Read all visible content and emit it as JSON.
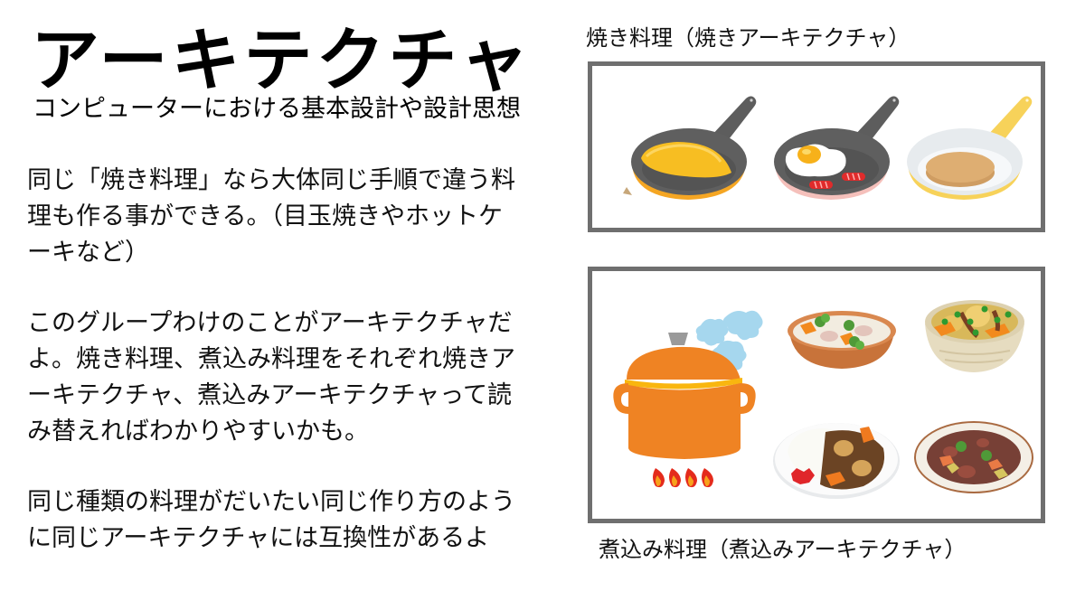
{
  "slide": {
    "title": "アーキテクチャ",
    "subtitle": "コンピューターにおける基本設計や設計思想",
    "paragraphs": [
      {
        "lines": [
          "同じ「焼き料理」なら大体同じ手順で違う料",
          "理も作る事ができる。（目玉焼きやホットケ",
          "ーキなど）"
        ]
      },
      {
        "lines": [
          "このグループわけのことがアーキテクチャだ",
          "よ。焼き料理、煮込み料理をそれぞれ焼きア",
          "ーキテクチャ、煮込みアーキテクチャって読",
          "み替えればわかりやすいかも。"
        ]
      },
      {
        "lines": [
          "同じ種類の料理がだいたい同じ作り方のよう",
          "に同じアーキテクチャには互換性があるよ"
        ]
      }
    ]
  },
  "panels": {
    "grill": {
      "caption": "焼き料理（焼きアーキテクチャ）",
      "items": [
        {
          "name": "omelette-pan",
          "pan_color": "#f5a623",
          "food": "omelette"
        },
        {
          "name": "fried-egg-pan",
          "pan_color": "#f4b8b4",
          "food": "fried egg with sausages"
        },
        {
          "name": "pancake-pan",
          "pan_color": "#f7d25a",
          "food": "pancake"
        }
      ]
    },
    "stew": {
      "caption": "煮込み料理（煮込みアーキテクチャ）",
      "items": [
        {
          "name": "stock-pot",
          "color": "#ef8323"
        },
        {
          "name": "cream-stew",
          "food": "cream stew"
        },
        {
          "name": "nikujaga",
          "food": "simmered potatoes"
        },
        {
          "name": "curry-rice",
          "food": "curry rice"
        },
        {
          "name": "beef-stew",
          "food": "beef stew"
        }
      ]
    }
  },
  "colors": {
    "box_border": "#6f6f6f",
    "text": "#111111",
    "background": "#ffffff"
  }
}
